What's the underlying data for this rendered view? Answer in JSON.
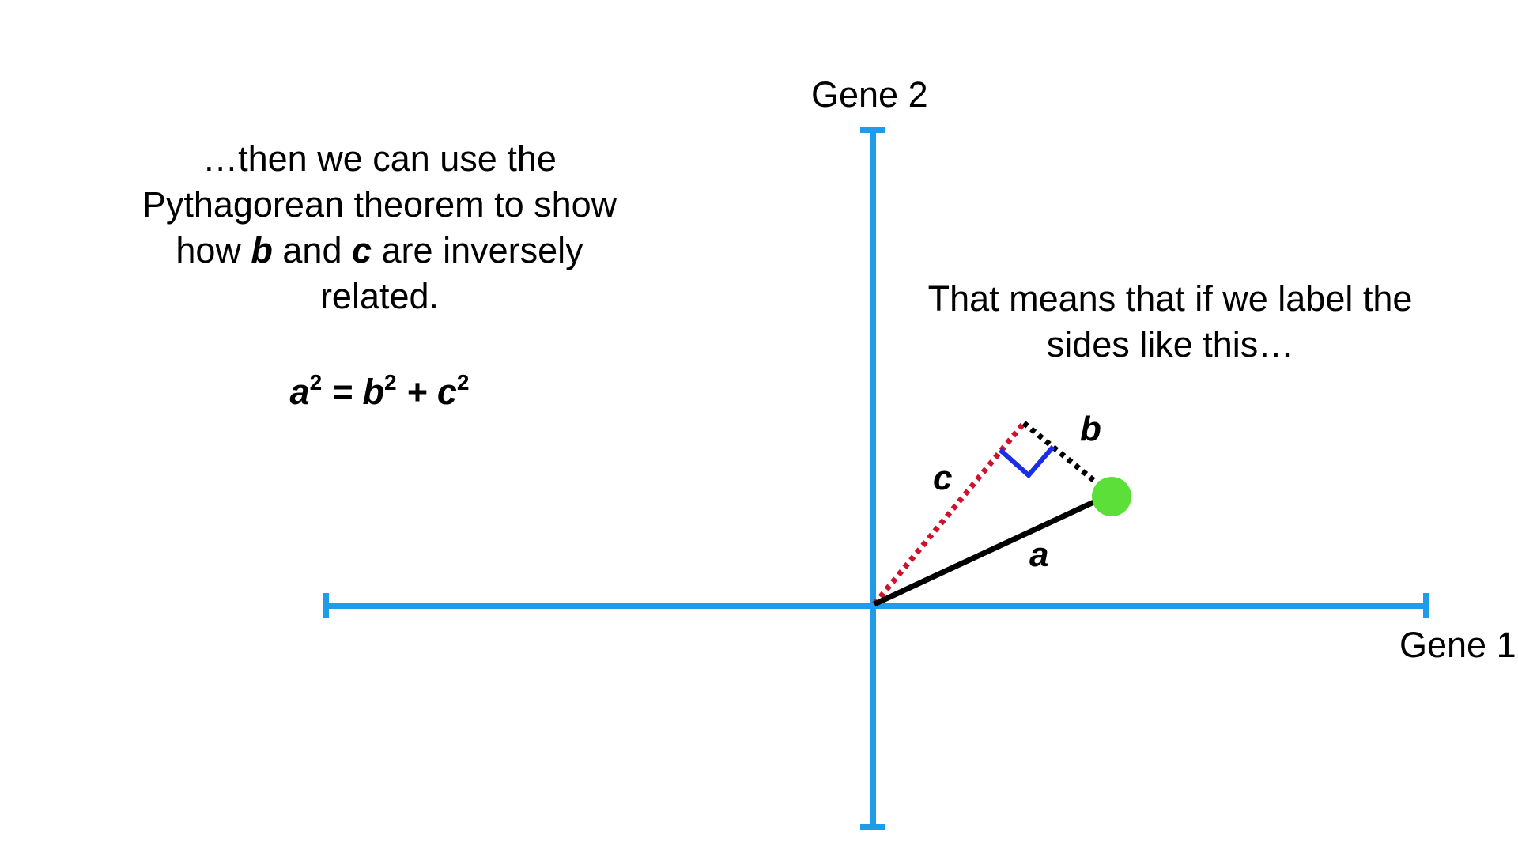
{
  "left_text": {
    "line1": "…then we can use the",
    "line2": "Pythagorean theorem to show",
    "line3_pre": "how ",
    "line3_b": "b",
    "line3_mid": " and ",
    "line3_c": "c",
    "line3_post": " are inversely",
    "line4": "related."
  },
  "equation": {
    "a": "a",
    "b": "b",
    "c": "c",
    "sq": "2",
    "eq": " = ",
    "plus": " + "
  },
  "right_text": {
    "line1": "That means that if we label the",
    "line2": "sides like this…"
  },
  "axes": {
    "x_label": "Gene 1",
    "y_label": "Gene 2"
  },
  "side_labels": {
    "a": "a",
    "b": "b",
    "c": "c"
  },
  "colors": {
    "axis": "#1e9be9",
    "point": "#5ddf3a",
    "hypotenuse_a": "#000000",
    "side_b": "#000000",
    "side_c": "#d0112b",
    "right_angle_marker": "#1a2ee6"
  }
}
